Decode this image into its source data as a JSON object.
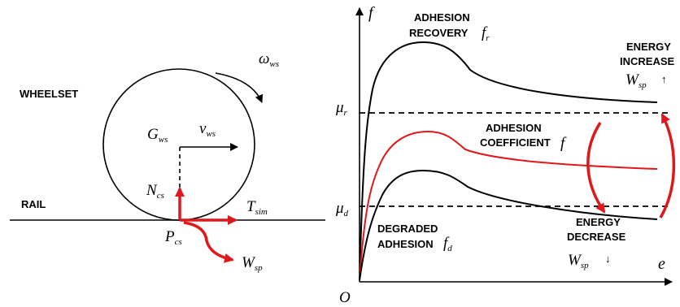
{
  "wheelset_panel": {
    "wheelset_label": "WHEELSET",
    "rail_label": "RAIL",
    "omega_main": "ω",
    "omega_sub": "ws",
    "g_main": "G",
    "g_sub": "ws",
    "v_main": "v",
    "v_sub": "ws",
    "n_main": "N",
    "n_sub": "cs",
    "t_main": "T",
    "t_sub": "sim",
    "p_main": "P",
    "p_sub": "cs",
    "w_main": "W",
    "w_sub": "sp",
    "colors": {
      "force": "#e0181b",
      "line": "#000000"
    }
  },
  "adhesion_panel": {
    "y_axis_symbol": "f",
    "x_axis_symbol": "e",
    "origin_label": "O",
    "mu_r_main": "μ",
    "mu_r_sub": "r",
    "mu_d_main": "μ",
    "mu_d_sub": "d",
    "recovery_line1": "ADHESION",
    "recovery_line2": "RECOVERY",
    "recovery_symbol_main": "f",
    "recovery_symbol_sub": "r",
    "coefficient_line1": "ADHESION",
    "coefficient_line2": "COEFFICIENT",
    "coefficient_symbol": "f",
    "degraded_line1": "DEGRADED",
    "degraded_line2": "ADHESION",
    "degraded_symbol_main": "f",
    "degraded_symbol_sub": "d",
    "increase_line1": "ENERGY",
    "increase_line2": "INCREASE",
    "increase_w_main": "W",
    "increase_w_sub": "sp",
    "increase_arrow": "↑",
    "decrease_line1": "ENERGY",
    "decrease_line2": "DECREASE",
    "decrease_w_main": "W",
    "decrease_w_sub": "sp",
    "decrease_arrow": "↓",
    "colors": {
      "nominal_curve": "#e0181b",
      "bound_curves": "#000000",
      "transition_arrows": "#e0181b"
    }
  }
}
